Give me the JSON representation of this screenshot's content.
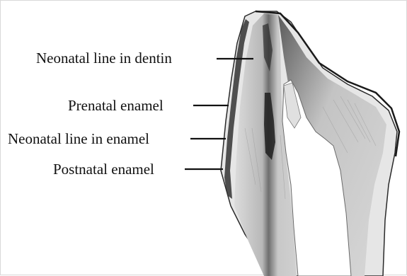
{
  "figure": {
    "callouts": [
      {
        "id": "neonatal-line-dentin",
        "label": "Neonatal line in dentin"
      },
      {
        "id": "prenatal-enamel",
        "label": "Prenatal enamel"
      },
      {
        "id": "neonatal-line-enamel",
        "label": "Neonatal line in enamel"
      },
      {
        "id": "postnatal-enamel",
        "label": "Postnatal enamel"
      }
    ],
    "colors": {
      "background": "#ffffff",
      "enamel": "#e9e9e9",
      "dentin": "#c9c9c9",
      "dentin_dark": "#3a3a3a",
      "pulp": "#ffffff",
      "label_text": "#111111"
    }
  }
}
